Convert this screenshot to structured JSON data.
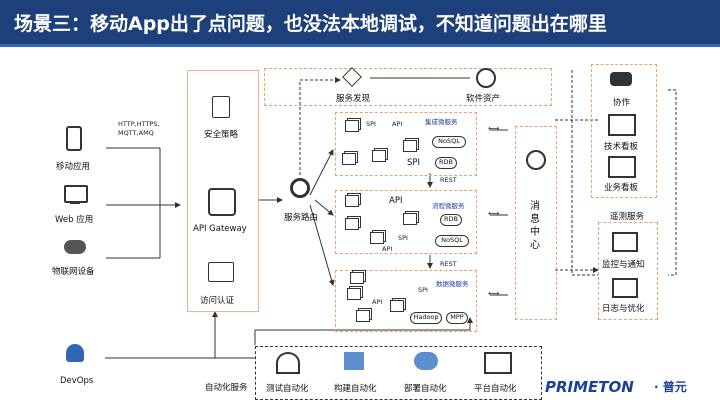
{
  "title": "场景三：移动App出了点问题，也没法本地调试，不知道问题出在哪里",
  "left": {
    "mobile": "移动应用",
    "web": "Web 应用",
    "iot": "物联网设备",
    "protocols": "HTTP,HTTPS,\nMQTT,AMQ",
    "devops": "DevOps"
  },
  "gateway": {
    "security": "安全策略",
    "api_gateway": "API Gateway",
    "auth": "访问认证"
  },
  "routing": "服务路由",
  "discovery": "服务发现",
  "assets": "软件资产",
  "services": {
    "integration": "集成微服务",
    "process": "流程微服务",
    "data": "数据微服务",
    "api": "API",
    "spi": "SPI",
    "rest": "REST",
    "nosql": "NoSQL",
    "rdb": "RDB",
    "hadoop": "Hadoop",
    "mpp": "MPP"
  },
  "message_center": "消息中心",
  "right": {
    "collab": "协作",
    "tech_board": "技术看板",
    "biz_board": "业务看板",
    "telemetry": "遥测服务",
    "monitor": "监控与通知",
    "logs": "日志与优化"
  },
  "automation": {
    "label": "自动化服务",
    "test": "测试自动化",
    "build": "构建自动化",
    "deploy": "部署自动化",
    "platform": "平台自动化"
  },
  "brand": {
    "logo": "PRIMETON",
    "cn": "· 普元"
  }
}
